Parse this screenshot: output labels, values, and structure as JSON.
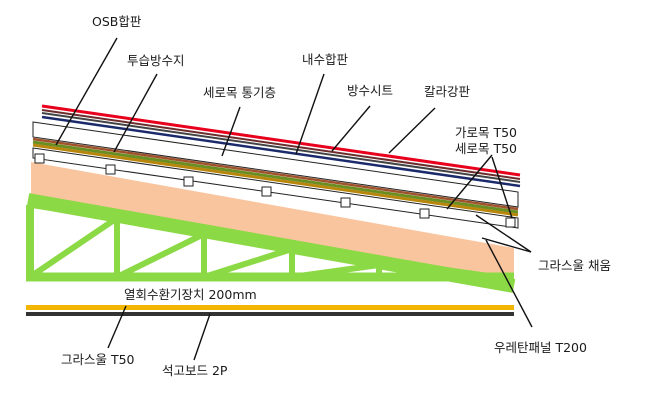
{
  "labels": {
    "osb": "OSB합판",
    "breathable_membrane": "투습방수지",
    "vertical_batten_vent": "세로목 통기층",
    "plywood": "내수합판",
    "waterproof_sheet": "방수시트",
    "color_steel": "칼라강판",
    "horizontal_batten": "가로목 T50",
    "vertical_batten": "세로목 T50",
    "glasswool_fill": "그라스울 채움",
    "urethane_panel": "우레탄패널 T200",
    "hrv_unit": "열회수환기장치 200mm",
    "glasswool": "그라스울 T50",
    "gypsum": "석고보드 2P"
  },
  "colors": {
    "color_steel": "#e8001c",
    "waterproof_sheet": "#6d2d2d",
    "plywood_stripe": "#1a2a6b",
    "vent_layer": "#a0522d",
    "membrane": "#6b8e23",
    "osb_stripe": "#b8860b",
    "urethane": "#f9c59f",
    "truss": "#8bd944",
    "ceiling_yellow": "#f2b600",
    "ceiling_dark": "#333333"
  }
}
